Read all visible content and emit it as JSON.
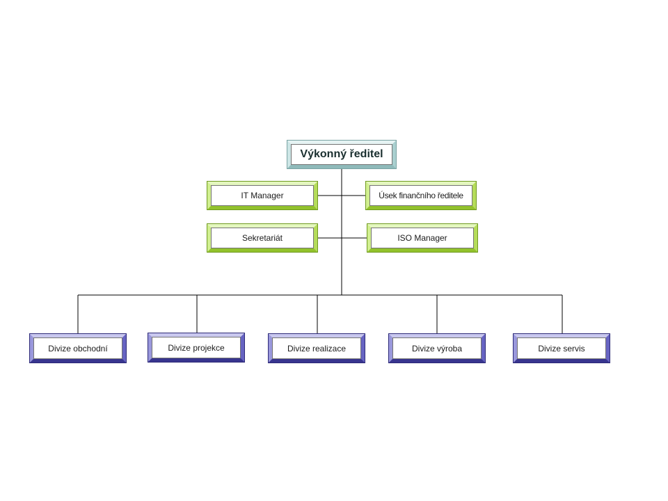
{
  "chart": {
    "top": {
      "label": "Výkonný  ředitel"
    },
    "staff": [
      {
        "label": "IT Manager"
      },
      {
        "label": "Úsek finančního ředitele"
      },
      {
        "label": "Sekretariát"
      },
      {
        "label": "ISO Manager"
      }
    ],
    "divisions": [
      {
        "label": "Divize obchodní"
      },
      {
        "label": "Divize projekce"
      },
      {
        "label": "Divize realizace"
      },
      {
        "label": "Divize výroba"
      },
      {
        "label": "Divize servis"
      }
    ]
  },
  "colors": {
    "exec_accent": "#a9cfcf",
    "staff_accent": "#92c22c",
    "division_accent": "#38358f",
    "connector": "#000000"
  }
}
